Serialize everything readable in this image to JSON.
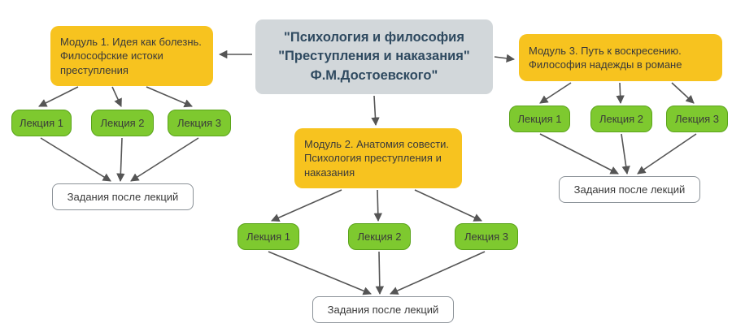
{
  "colors": {
    "module-fill": "#f7c31f",
    "lecture-fill": "#7ec92f",
    "lecture-border": "#5aa31a",
    "title-fill": "#d2d7da",
    "title-text": "#2f4a60",
    "text": "#3a3a3a",
    "arrow": "#555555",
    "assignment-border": "#8b9298",
    "bg": "#ffffff"
  },
  "diagram": {
    "title": "\"Психология и философия\n\"Преступления и наказания\"\nФ.М.Достоевского\"",
    "modules": [
      {
        "label": "Модуль 1.  Идея как болезнь.\nФилософские истоки\nпреступления",
        "lectures": [
          "Лекция 1",
          "Лекция 2",
          "Лекция 3"
        ],
        "assignments": "Задания после лекций"
      },
      {
        "label": "Модуль 2. Анатомия совести.\nПсихология преступления и\nнаказания",
        "lectures": [
          "Лекция 1",
          "Лекция 2",
          "Лекция 3"
        ],
        "assignments": "Задания после лекций"
      },
      {
        "label": "Модуль 3.  Путь к воскресению.\nФилософия надежды в романе",
        "lectures": [
          "Лекция 1",
          "Лекция 2",
          "Лекция 3"
        ],
        "assignments": "Задания после лекций"
      }
    ]
  }
}
